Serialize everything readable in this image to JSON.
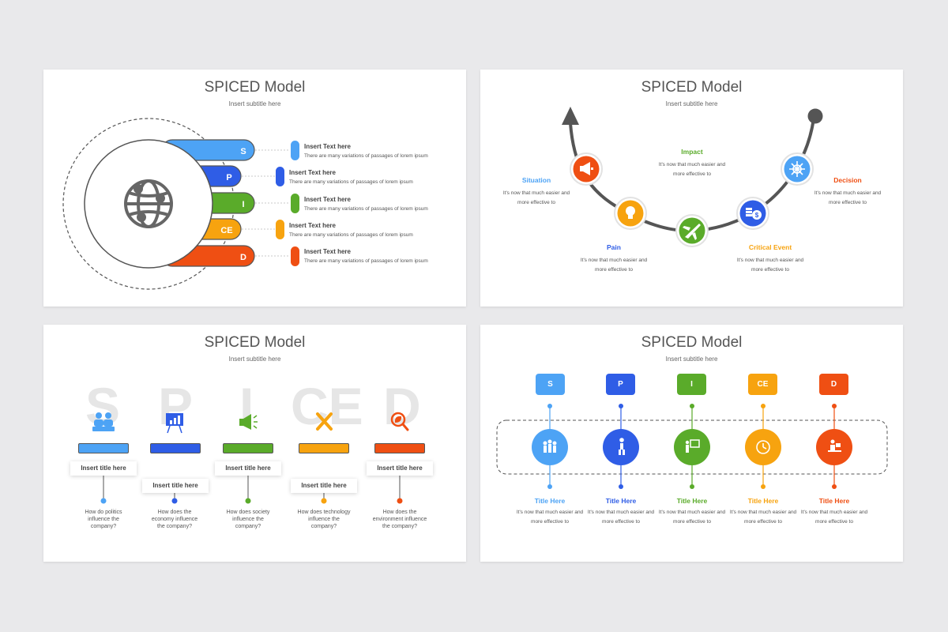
{
  "colors": {
    "s": "#4da3f5",
    "p": "#2f5de6",
    "i": "#5aab2a",
    "ce": "#f7a30f",
    "d": "#ef4f13",
    "gray": "#555555"
  },
  "slide1": {
    "title": "SPICED Model",
    "subtitle": "Insert subtitle here",
    "center_icon": "globe-icon",
    "bands": [
      "S",
      "P",
      "I",
      "CE",
      "D"
    ],
    "rows": [
      {
        "title": "Insert Text here",
        "text": "There are many variations of passages of lorem ipsum"
      },
      {
        "title": "Insert Text here",
        "text": "There are many variations of passages of lorem ipsum"
      },
      {
        "title": "Insert Text here",
        "text": "There are many variations of passages of lorem ipsum"
      },
      {
        "title": "Insert Text here",
        "text": "There are many variations of passages of lorem ipsum"
      },
      {
        "title": "Insert Text here",
        "text": "There are many variations of passages of lorem ipsum"
      }
    ]
  },
  "slide2": {
    "title": "SPICED Model",
    "subtitle": "Insert subtitle here",
    "stages": [
      {
        "label": "Situation",
        "text": "It's now that much easier and more effective to",
        "icon": "megaphone-icon"
      },
      {
        "label": "Pain",
        "text": "It's now that much easier and more effective to",
        "icon": "lightbulb-icon"
      },
      {
        "label": "Impact",
        "text": "It's now that much easier and more effective to",
        "icon": "airplane-icon"
      },
      {
        "label": "Critical Event",
        "text": "It's now that much easier and more effective to",
        "icon": "coins-icon"
      },
      {
        "label": "Decision",
        "text": "It's now that much easier and more effective to",
        "icon": "helm-icon"
      }
    ]
  },
  "slide3": {
    "title": "SPICED Model",
    "subtitle": "Insert subtitle here",
    "letters": [
      "S",
      "P",
      "I",
      "CE",
      "D"
    ],
    "items": [
      {
        "box": "Insert title here",
        "question": "How do politics influence the company?",
        "icon": "people-icon"
      },
      {
        "box": "Insert title here",
        "question": "How does the economy influence the company?",
        "icon": "presentation-board-icon"
      },
      {
        "box": "Insert title here",
        "question": "How does society influence the company?",
        "icon": "megaphone-icon"
      },
      {
        "box": "Insert title here",
        "question": "How does technology influence the company?",
        "icon": "tools-icon"
      },
      {
        "box": "Insert title here",
        "question": "How does the environment influence the company?",
        "icon": "leaf-search-icon"
      }
    ]
  },
  "slide4": {
    "title": "SPICED Model",
    "subtitle": "Insert subtitle here",
    "items": [
      {
        "badge": "S",
        "title": "Title Here",
        "text": "It's now that much easier and more effective to",
        "icon": "team-icon"
      },
      {
        "badge": "P",
        "title": "Title Here",
        "text": "It's now that much easier and more effective to",
        "icon": "person-icon"
      },
      {
        "badge": "I",
        "title": "Title Here",
        "text": "It's now that much easier and more effective to",
        "icon": "presenter-icon"
      },
      {
        "badge": "CE",
        "title": "Title Here",
        "text": "It's now that much easier and more effective to",
        "icon": "clock-cycle-icon"
      },
      {
        "badge": "D",
        "title": "Title Here",
        "text": "It's now that much easier and more effective to",
        "icon": "desk-worker-icon"
      }
    ]
  }
}
